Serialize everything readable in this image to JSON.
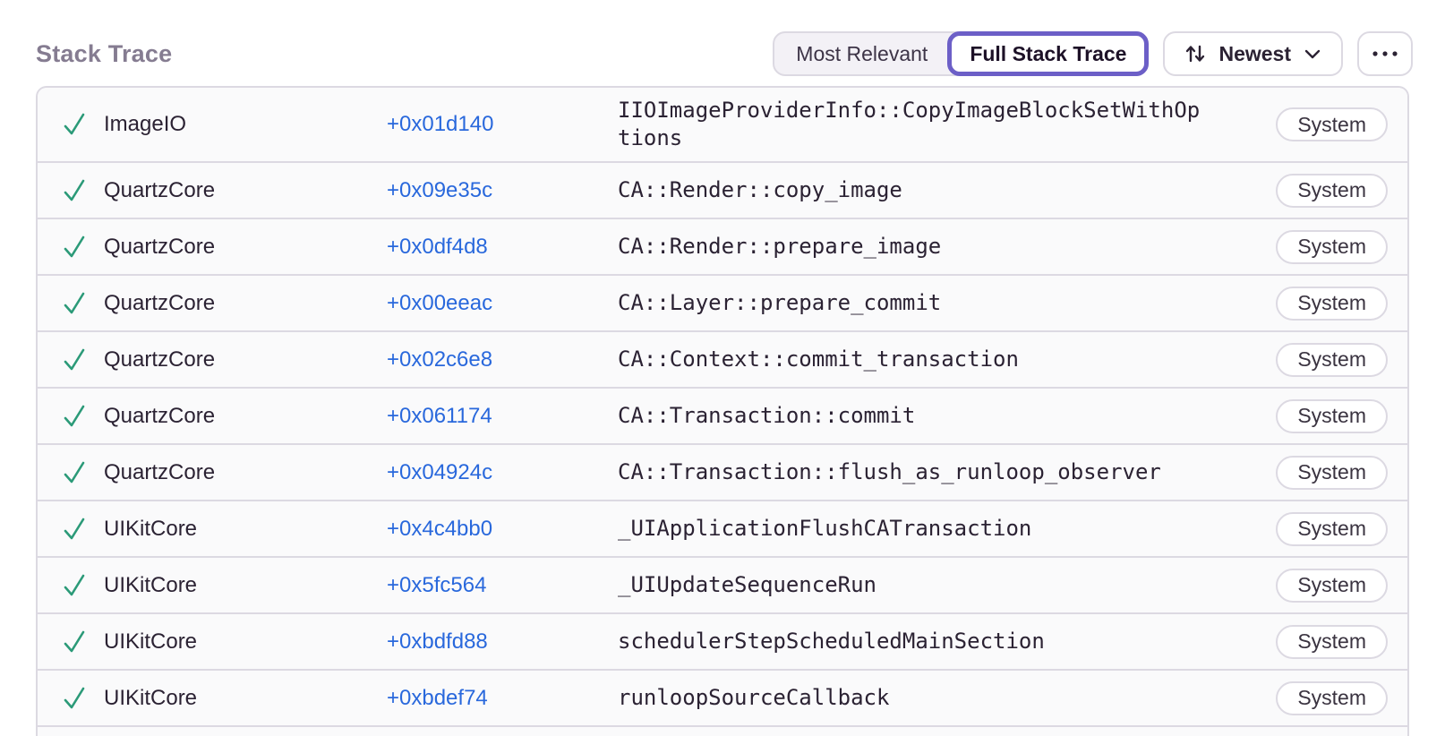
{
  "header": {
    "title": "Stack Trace",
    "segments": [
      {
        "label": "Most Relevant",
        "selected": false
      },
      {
        "label": "Full Stack Trace",
        "selected": true
      }
    ],
    "sort_button": {
      "label": "Newest",
      "icon": "sort-arrows-icon",
      "chevron": "chevron-down-icon"
    },
    "more_button": {
      "icon": "ellipsis-icon"
    }
  },
  "colors": {
    "accent-purple": "#6c5fc7",
    "link-blue": "#2968dc",
    "success-green": "#2b9a78",
    "border": "#dcd9e2",
    "text-dark": "#2b2233",
    "text-muted": "#857c91",
    "row-bg": "#fafafb",
    "seg-bg": "#f3f1f6"
  },
  "frames": [
    {
      "status_icon": "check-icon",
      "module": "ImageIO",
      "address": "+0x01d140",
      "function": "IIOImageProviderInfo::CopyImageBlockSetWithOptions",
      "badge": "System"
    },
    {
      "status_icon": "check-icon",
      "module": "QuartzCore",
      "address": "+0x09e35c",
      "function": "CA::Render::copy_image",
      "badge": "System"
    },
    {
      "status_icon": "check-icon",
      "module": "QuartzCore",
      "address": "+0x0df4d8",
      "function": "CA::Render::prepare_image",
      "badge": "System"
    },
    {
      "status_icon": "check-icon",
      "module": "QuartzCore",
      "address": "+0x00eeac",
      "function": "CA::Layer::prepare_commit",
      "badge": "System"
    },
    {
      "status_icon": "check-icon",
      "module": "QuartzCore",
      "address": "+0x02c6e8",
      "function": "CA::Context::commit_transaction",
      "badge": "System"
    },
    {
      "status_icon": "check-icon",
      "module": "QuartzCore",
      "address": "+0x061174",
      "function": "CA::Transaction::commit",
      "badge": "System"
    },
    {
      "status_icon": "check-icon",
      "module": "QuartzCore",
      "address": "+0x04924c",
      "function": "CA::Transaction::flush_as_runloop_observer",
      "badge": "System"
    },
    {
      "status_icon": "check-icon",
      "module": "UIKitCore",
      "address": "+0x4c4bb0",
      "function": "_UIApplicationFlushCATransaction",
      "badge": "System"
    },
    {
      "status_icon": "check-icon",
      "module": "UIKitCore",
      "address": "+0x5fc564",
      "function": "_UIUpdateSequenceRun",
      "badge": "System"
    },
    {
      "status_icon": "check-icon",
      "module": "UIKitCore",
      "address": "+0xbdfd88",
      "function": "schedulerStepScheduledMainSection",
      "badge": "System"
    },
    {
      "status_icon": "check-icon",
      "module": "UIKitCore",
      "address": "+0xbdef74",
      "function": "runloopSourceCallback",
      "badge": "System"
    }
  ]
}
